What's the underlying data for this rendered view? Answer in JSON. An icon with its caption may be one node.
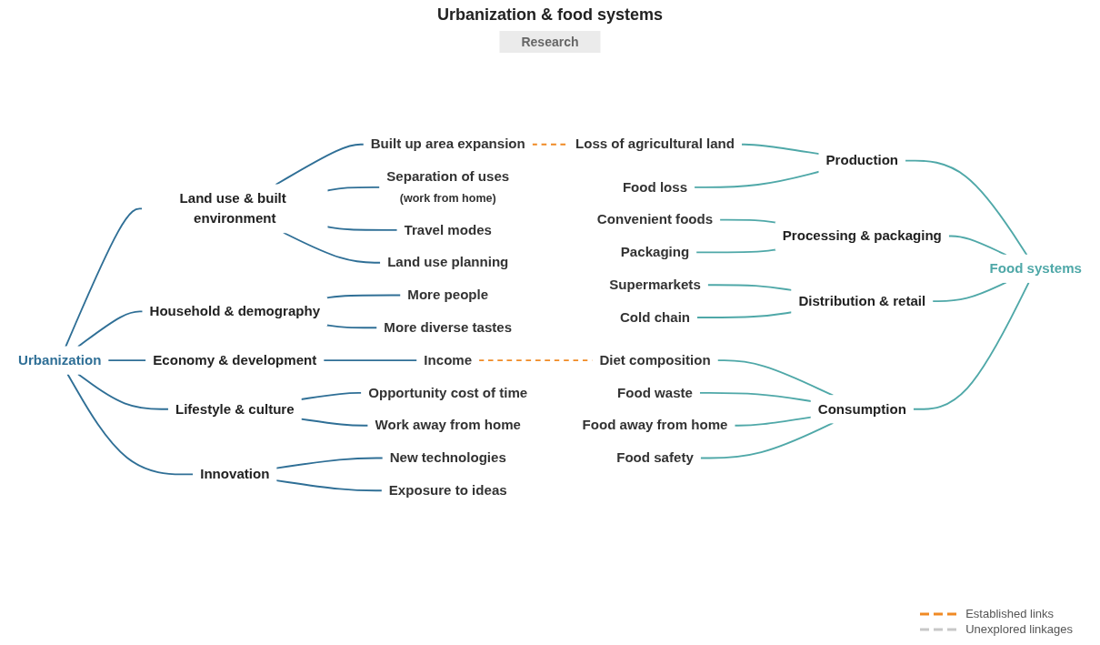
{
  "diagram": {
    "title": "Urbanization & food systems",
    "nodes": [
      {
        "text": [
          "Urbanization"
        ]
      },
      {
        "text": [
          "Land use & built environment"
        ]
      },
      {
        "text": [
          "Built up area expansion"
        ]
      },
      {
        "text": [
          "Separation of uses",
          "(work from home)"
        ]
      },
      {
        "text": [
          "Travel modes"
        ]
      },
      {
        "text": [
          "Land use planning"
        ]
      },
      {
        "text": [
          "Household & demography"
        ]
      },
      {
        "text": [
          "More people"
        ]
      },
      {
        "text": [
          "More diverse tastes"
        ]
      },
      {
        "text": [
          "Economy & development"
        ]
      },
      {
        "text": [
          "Income"
        ]
      },
      {
        "text": [
          "Lifestyle & culture"
        ]
      },
      {
        "text": [
          "Opportunity cost of time"
        ]
      },
      {
        "text": [
          "Work away from home"
        ]
      },
      {
        "text": [
          "Innovation"
        ]
      },
      {
        "text": [
          "New technologies"
        ]
      },
      {
        "text": [
          "Exposure to ideas"
        ]
      },
      {
        "text": [
          "Food systems"
        ]
      },
      {
        "text": [
          "Production"
        ]
      },
      {
        "text": [
          "Loss of agricultural land"
        ]
      },
      {
        "text": [
          "Food loss"
        ]
      },
      {
        "text": [
          "Processing & packaging"
        ]
      },
      {
        "text": [
          "Convenient foods"
        ]
      },
      {
        "text": [
          "Packaging"
        ]
      },
      {
        "text": [
          "Distribution & retail"
        ]
      },
      {
        "text": [
          "Supermarkets"
        ]
      },
      {
        "text": [
          "Cold chain"
        ]
      },
      {
        "text": [
          "Consumption"
        ]
      },
      {
        "text": [
          "Diet composition"
        ]
      },
      {
        "text": [
          "Food waste"
        ]
      },
      {
        "text": [
          "Food away from home"
        ]
      },
      {
        "text": [
          "Food safety"
        ]
      }
    ],
    "edges": [
      {
        "from": 0,
        "to": 1,
        "arrow": "none"
      },
      {
        "from": 1,
        "to": 2,
        "arrow": "none"
      },
      {
        "from": 1,
        "to": 3,
        "arrow": "none"
      },
      {
        "from": 1,
        "to": 4,
        "arrow": "none"
      },
      {
        "from": 1,
        "to": 5,
        "arrow": "none"
      },
      {
        "from": 0,
        "to": 6,
        "arrow": "none"
      },
      {
        "from": 6,
        "to": 7,
        "arrow": "none"
      },
      {
        "from": 6,
        "to": 8,
        "arrow": "none"
      },
      {
        "from": 0,
        "to": 9,
        "arrow": "none"
      },
      {
        "from": 9,
        "to": 10,
        "arrow": "none"
      },
      {
        "from": 0,
        "to": 11,
        "arrow": "none"
      },
      {
        "from": 11,
        "to": 12,
        "arrow": "none"
      },
      {
        "from": 11,
        "to": 13,
        "arrow": "none"
      },
      {
        "from": 0,
        "to": 14,
        "arrow": "none"
      },
      {
        "from": 14,
        "to": 15,
        "arrow": "none"
      },
      {
        "from": 14,
        "to": 16,
        "arrow": "none"
      },
      {
        "from": 2,
        "to": 19,
        "arrow": "none",
        "style": "dashed",
        "color": "#f08a24"
      },
      {
        "from": 10,
        "to": 28,
        "arrow": "none",
        "style": "dashed",
        "color": "#f08a24"
      },
      {
        "from": 19,
        "to": 18,
        "arrow": "none",
        "color": "#4fa8a8"
      },
      {
        "from": 20,
        "to": 18,
        "arrow": "none",
        "color": "#4fa8a8"
      },
      {
        "from": 18,
        "to": 17,
        "arrow": "none",
        "color": "#4fa8a8"
      },
      {
        "from": 22,
        "to": 21,
        "arrow": "none",
        "color": "#4fa8a8"
      },
      {
        "from": 23,
        "to": 21,
        "arrow": "none",
        "color": "#4fa8a8"
      },
      {
        "from": 21,
        "to": 17,
        "arrow": "none",
        "color": "#4fa8a8"
      },
      {
        "from": 25,
        "to": 24,
        "arrow": "none",
        "color": "#4fa8a8"
      },
      {
        "from": 26,
        "to": 24,
        "arrow": "none",
        "color": "#4fa8a8"
      },
      {
        "from": 24,
        "to": 17,
        "arrow": "none",
        "color": "#4fa8a8"
      },
      {
        "from": 28,
        "to": 27,
        "arrow": "none",
        "color": "#4fa8a8"
      },
      {
        "from": 29,
        "to": 27,
        "arrow": "none",
        "color": "#4fa8a8"
      },
      {
        "from": 30,
        "to": 27,
        "arrow": "none",
        "color": "#4fa8a8"
      },
      {
        "from": 31,
        "to": 27,
        "arrow": "none",
        "color": "#4fa8a8"
      },
      {
        "from": 27,
        "to": 17,
        "arrow": "none",
        "color": "#4fa8a8"
      }
    ],
    "labels": [
      "Research"
    ],
    "legend": [
      {
        "text": "Established links"
      },
      {
        "text": "Unexplored linkages"
      }
    ]
  }
}
